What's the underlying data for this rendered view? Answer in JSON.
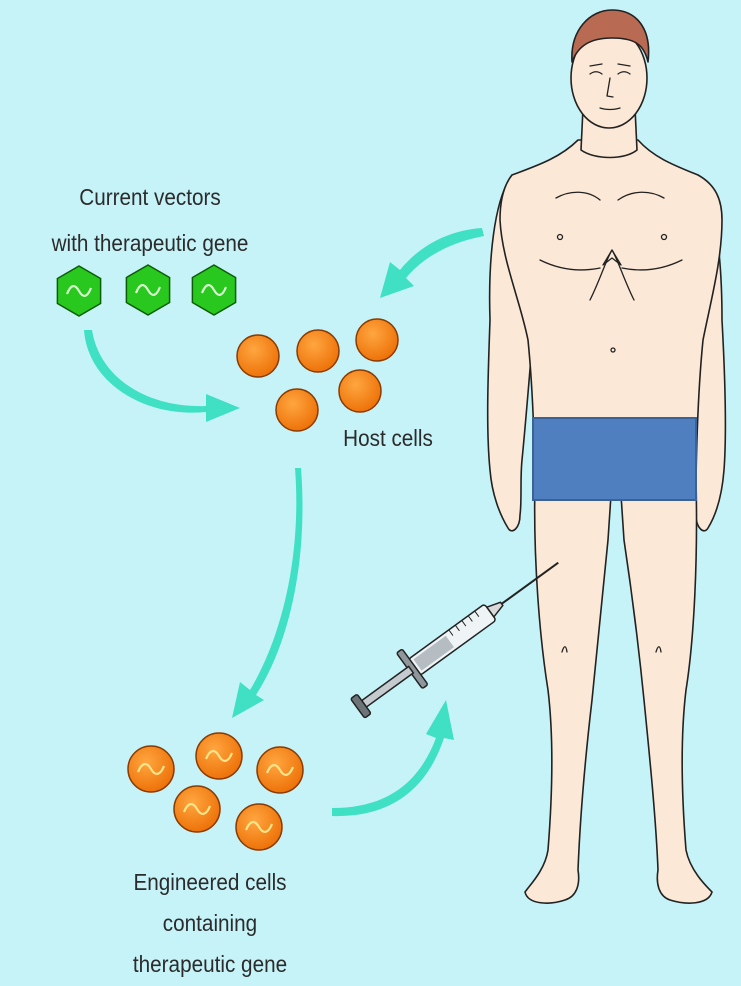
{
  "labels": {
    "vectors_line1": "Current vectors",
    "vectors_line2": "with therapeutic gene",
    "host_cells": "Host cells",
    "engineered_line1": "Engineered cells",
    "engineered_line2": "containing",
    "engineered_line3": "therapeutic gene"
  },
  "colors": {
    "background": "#c6f3f8",
    "arrow": "#3fe0c4",
    "cell": "#f07d10",
    "vector": "#28c81e",
    "skin": "#fbe8d6",
    "hair": "#b86a52",
    "censor": "#4f7fbf"
  },
  "icons": [
    "hexagon-vector-icon",
    "cell-icon",
    "gene-wave-icon",
    "syringe-icon",
    "human-figure-icon",
    "arrow-icon"
  ]
}
